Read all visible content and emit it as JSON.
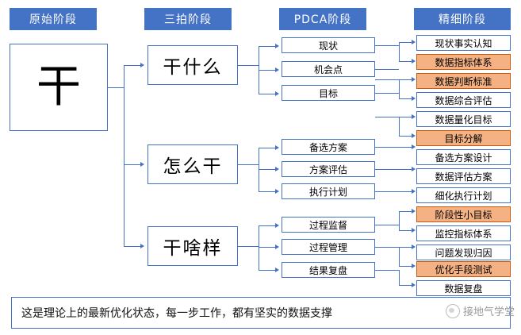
{
  "colors": {
    "accent_blue": "#4472C4",
    "orange_fill": "#F4B183",
    "orange_border": "#C55A11",
    "box_border": "#4472C4",
    "watermark_gray": "#9a9a9a"
  },
  "headers": [
    {
      "label": "原始阶段"
    },
    {
      "label": "三拍阶段"
    },
    {
      "label": "PDCA阶段"
    },
    {
      "label": "精细阶段"
    }
  ],
  "col1": {
    "root_label": "干"
  },
  "col2": {
    "items": [
      {
        "label": "干什么"
      },
      {
        "label": "怎么干"
      },
      {
        "label": "干啥样"
      }
    ]
  },
  "col3": {
    "groups": [
      {
        "items": [
          {
            "label": "现状"
          },
          {
            "label": "机会点"
          },
          {
            "label": "目标"
          }
        ]
      },
      {
        "items": [
          {
            "label": "备选方案"
          },
          {
            "label": "方案评估"
          },
          {
            "label": "执行计划"
          }
        ]
      },
      {
        "items": [
          {
            "label": "过程监督"
          },
          {
            "label": "过程管理"
          },
          {
            "label": "结果复盘"
          }
        ]
      }
    ]
  },
  "col4": {
    "groups": [
      {
        "items": [
          {
            "label": "现状事实认知",
            "highlight": false
          },
          {
            "label": "数据指标体系",
            "highlight": true
          },
          {
            "label": "数据判断标准",
            "highlight": true
          },
          {
            "label": "数据综合评估",
            "highlight": false
          },
          {
            "label": "数据量化目标",
            "highlight": false
          }
        ]
      },
      {
        "items": [
          {
            "label": "目标分解",
            "highlight": true
          },
          {
            "label": "备选方案设计",
            "highlight": false
          },
          {
            "label": "数据评估方案",
            "highlight": false
          },
          {
            "label": "细化执行计划",
            "highlight": false
          }
        ]
      },
      {
        "items": [
          {
            "label": "阶段性小目标",
            "highlight": true
          },
          {
            "label": "监控指标体系",
            "highlight": false
          },
          {
            "label": "问题发现归因",
            "highlight": false
          },
          {
            "label": "优化手段测试",
            "highlight": true
          },
          {
            "label": "数据复盘",
            "highlight": false
          }
        ]
      }
    ]
  },
  "caption": {
    "text": "这是理论上的最新优化状态，每一步工作，都有坚实的数据支撑",
    "watermark": "接地气学堂"
  }
}
